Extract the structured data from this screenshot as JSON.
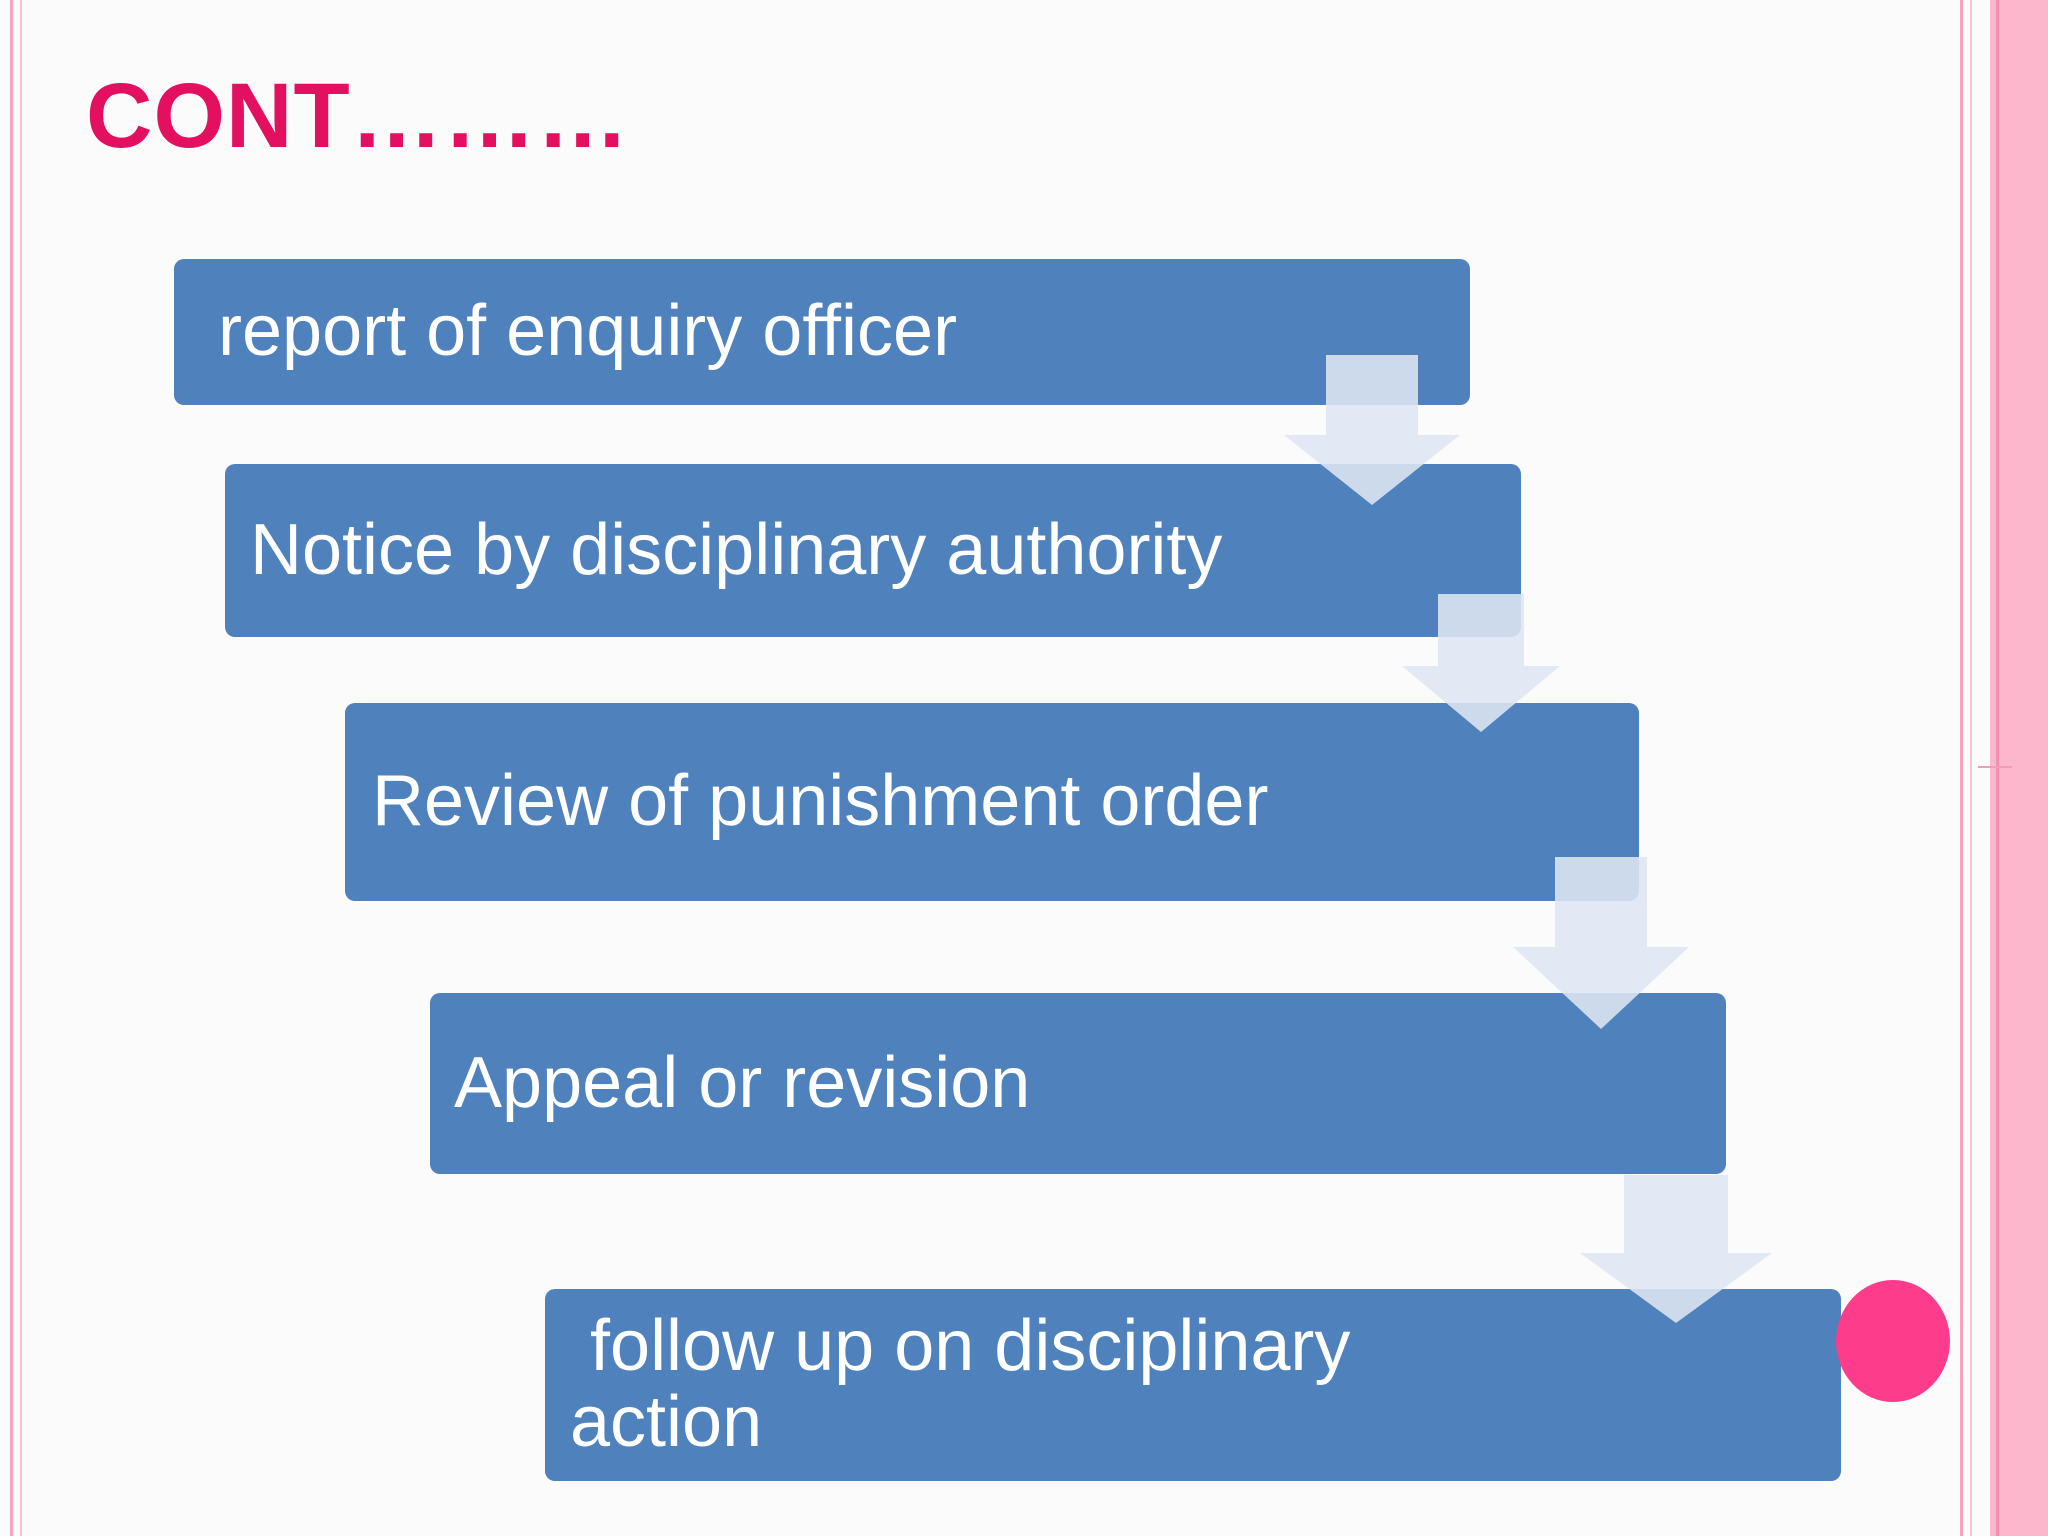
{
  "slide": {
    "title": "CONT………",
    "steps": [
      {
        "label": "report of enquiry officer"
      },
      {
        "label": "Notice by disciplinary authority"
      },
      {
        "label": "Review of punishment order"
      },
      {
        "label": "Appeal or revision"
      },
      {
        "label": " follow up on disciplinary action"
      }
    ]
  },
  "colors": {
    "title": "#e3105f",
    "box": "#4f81bd",
    "arrow": "#d7dfef",
    "accent_pink": "#fcb7cd",
    "circle": "#fd3d8c"
  },
  "icons": [
    "down-arrow-icon"
  ]
}
